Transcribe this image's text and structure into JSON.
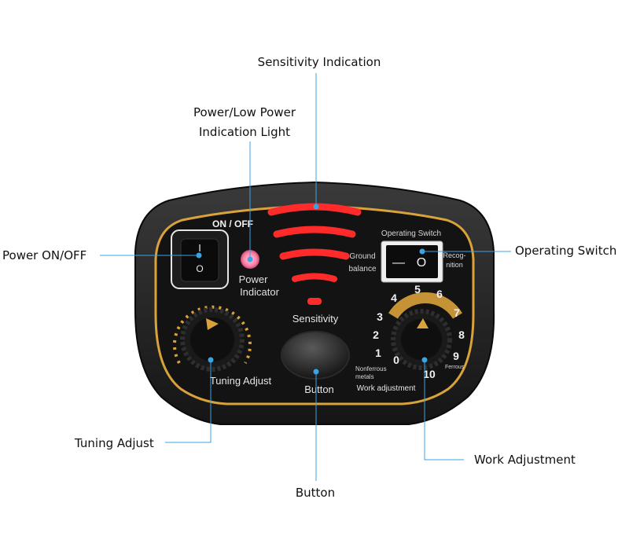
{
  "callouts": {
    "sensitivity_indication": "Sensitivity Indication",
    "power_light_line1": "Power/Low Power",
    "power_light_line2": "Indication Light",
    "power_onoff": "Power ON/OFF",
    "operating_switch": "Operating Switch",
    "tuning_adjust": "Tuning Adjust",
    "button": "Button",
    "work_adjustment": "Work Adjustment"
  },
  "panel": {
    "on_off": "ON / OFF",
    "power_indicator_line1": "Power",
    "power_indicator_line2": "Indicator",
    "sensitivity": "Sensitivity",
    "ground_line1": "Ground",
    "ground_line2": "balance",
    "operating_switch": "Operating Switch",
    "recognition_line1": "Recog-",
    "recognition_line2": "nition",
    "tuning_adjust": "Tuning Adjust",
    "button": "Button",
    "nonferrous_line1": "Nonferrous",
    "nonferrous_line2": "metals",
    "ferrous": "Ferrous",
    "work_adjustment": "Work adjustment",
    "rocker_left_symbol": "I",
    "rocker_right_symbol": "O",
    "switch_left_symbol": "—",
    "switch_right_symbol": "O",
    "dial_numbers": [
      "0",
      "1",
      "2",
      "3",
      "4",
      "5",
      "6",
      "7",
      "8",
      "9",
      "10"
    ]
  },
  "colors": {
    "leader": "#3aa3e3",
    "panel_bg": "#121212",
    "gold": "#d9a23a",
    "led_red": "#ff2a2a",
    "power_led": "#ff8fb0"
  }
}
